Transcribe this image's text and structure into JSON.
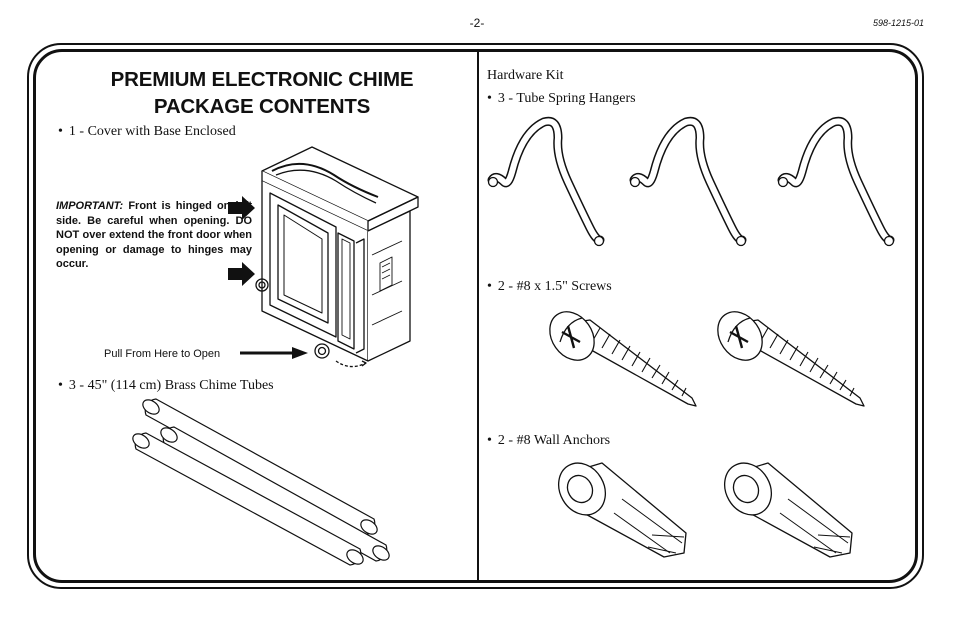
{
  "header": {
    "page_number": "-2-",
    "doc_code": "598-1215-01"
  },
  "left_panel": {
    "title_line1": "PREMIUM ELECTRONIC CHIME",
    "title_line2": "PACKAGE CONTENTS",
    "items": [
      {
        "bullet": "•",
        "text": "1 - Cover with Base Enclosed"
      },
      {
        "bullet": "•",
        "text": "3 - 45\" (114 cm) Brass Chime Tubes"
      }
    ],
    "important_lead": "IMPORTANT:",
    "important_text": " Front is hinged on left side. Be careful when opening. DO NOT over extend the front door when opening or damage to hinges may occur.",
    "pull_label": "Pull From Here to Open"
  },
  "right_panel": {
    "heading": "Hardware Kit",
    "items": [
      {
        "bullet": "•",
        "text": "3 - Tube Spring Hangers"
      },
      {
        "bullet": "•",
        "text": "2 - #8 x 1.5\" Screws"
      },
      {
        "bullet": "•",
        "text": "2 - #8 Wall Anchors"
      }
    ]
  },
  "icons": {
    "cabinet": "chime-cabinet-illustration",
    "arrow": "right-arrow-icon",
    "tube": "chime-tube-illustration",
    "hanger": "spring-hanger-illustration",
    "screw": "screw-illustration",
    "anchor": "wall-anchor-illustration"
  },
  "colors": {
    "ink": "#111111",
    "paper": "#ffffff"
  }
}
